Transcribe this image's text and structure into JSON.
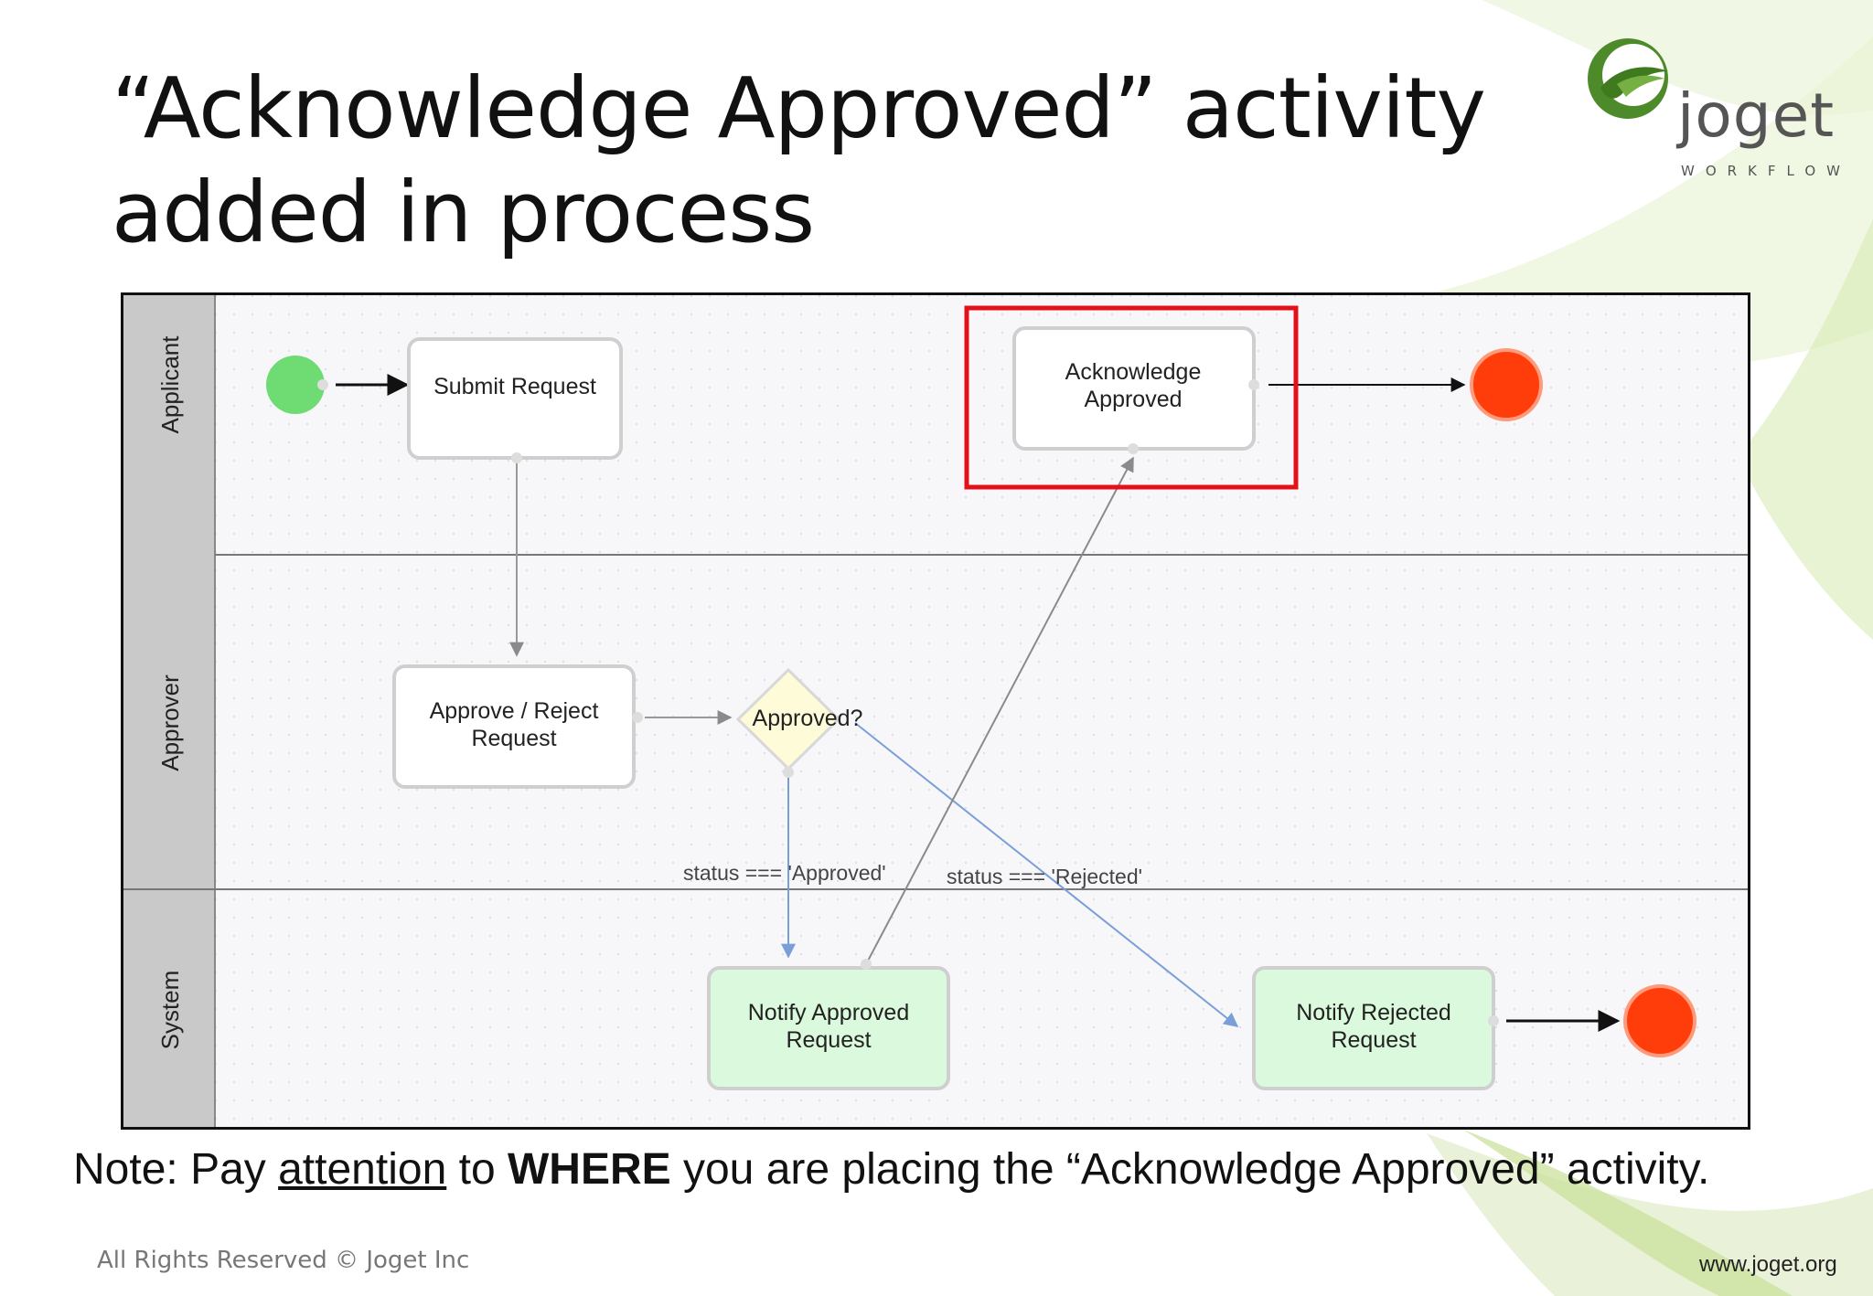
{
  "slide": {
    "title_line1": "“Acknowledge Approved” activity",
    "title_line2": "added in process",
    "logo_word": "joget",
    "logo_sub": "WORKFLOW",
    "note_prefix": "Note: Pay ",
    "note_underlined": "attention",
    "note_middle": " to ",
    "note_bold": "WHERE",
    "note_suffix": " you are placing the “Acknowledge Approved” activity.",
    "footer_left": "All Rights Reserved © Joget Inc",
    "footer_right": "www.joget.org"
  },
  "diagram": {
    "lanes": [
      "Applicant",
      "Approver",
      "System"
    ],
    "nodes": {
      "submit": "Submit Request",
      "approve_l1": "Approve / Reject",
      "approve_l2": "Request",
      "gateway": "Approved?",
      "ack_l1": "Acknowledge",
      "ack_l2": "Approved",
      "notify_app_l1": "Notify Approved",
      "notify_app_l2": "Request",
      "notify_rej_l1": "Notify Rejected",
      "notify_rej_l2": "Request"
    },
    "edges": {
      "approved_condition": "status === 'Approved'",
      "rejected_condition": "status === 'Rejected'"
    },
    "colors": {
      "start": "#6fdc73",
      "end": "#ff3d0a",
      "highlight": "#e3101a",
      "system_task": "#dbf9dc",
      "gateway": "#fdfbd8"
    }
  }
}
